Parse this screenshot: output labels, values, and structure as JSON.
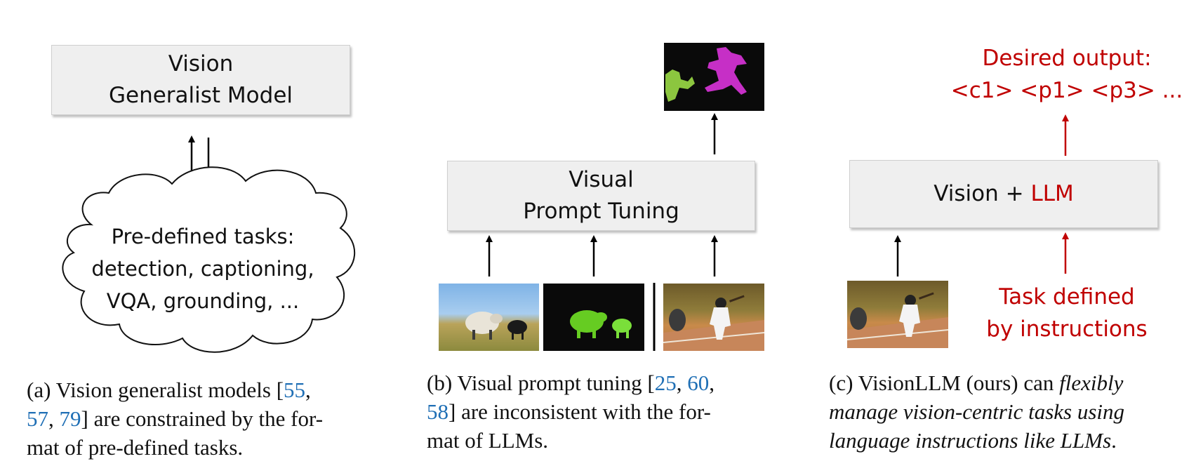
{
  "panel_a": {
    "box_line1": "Vision",
    "box_line2": "Generalist Model",
    "cloud_line1": "Pre-defined tasks:",
    "cloud_line2": "detection, captioning,",
    "cloud_line3": "VQA, grounding, ...",
    "caption": {
      "part1": "(a) Vision generalist models [",
      "cite1": "55",
      "sep1": ", ",
      "cite2": "57",
      "sep2": ", ",
      "cite3": "79",
      "part2": "] are constrained by the for-",
      "line3": "mat of pre-defined tasks."
    }
  },
  "panel_b": {
    "box_line1": "Visual",
    "box_line2": "Prompt Tuning",
    "caption": {
      "part1": "(b) Visual prompt tuning [",
      "cite1": "25",
      "sep1": ", ",
      "cite2": "60",
      "sep2": ",",
      "cite3": "58",
      "part2": "] are inconsistent with the for-",
      "line3": "mat of LLMs."
    }
  },
  "panel_c": {
    "box_prefix": "Vision + ",
    "box_llm": "LLM",
    "output_line1": "Desired output:",
    "output_line2": "<c1> <p1> <p3> ...",
    "task_line1": "Task defined",
    "task_line2": "by  instructions",
    "caption": {
      "part1": "(c) VisionLLM (ours) can ",
      "em1": "flexibly",
      "em2": "manage vision-centric tasks using",
      "em3": "language instructions like LLMs",
      "end": "."
    }
  },
  "colors": {
    "red": "#c00000",
    "cite_blue": "#1f6fb5",
    "box_fill": "#efefef"
  }
}
